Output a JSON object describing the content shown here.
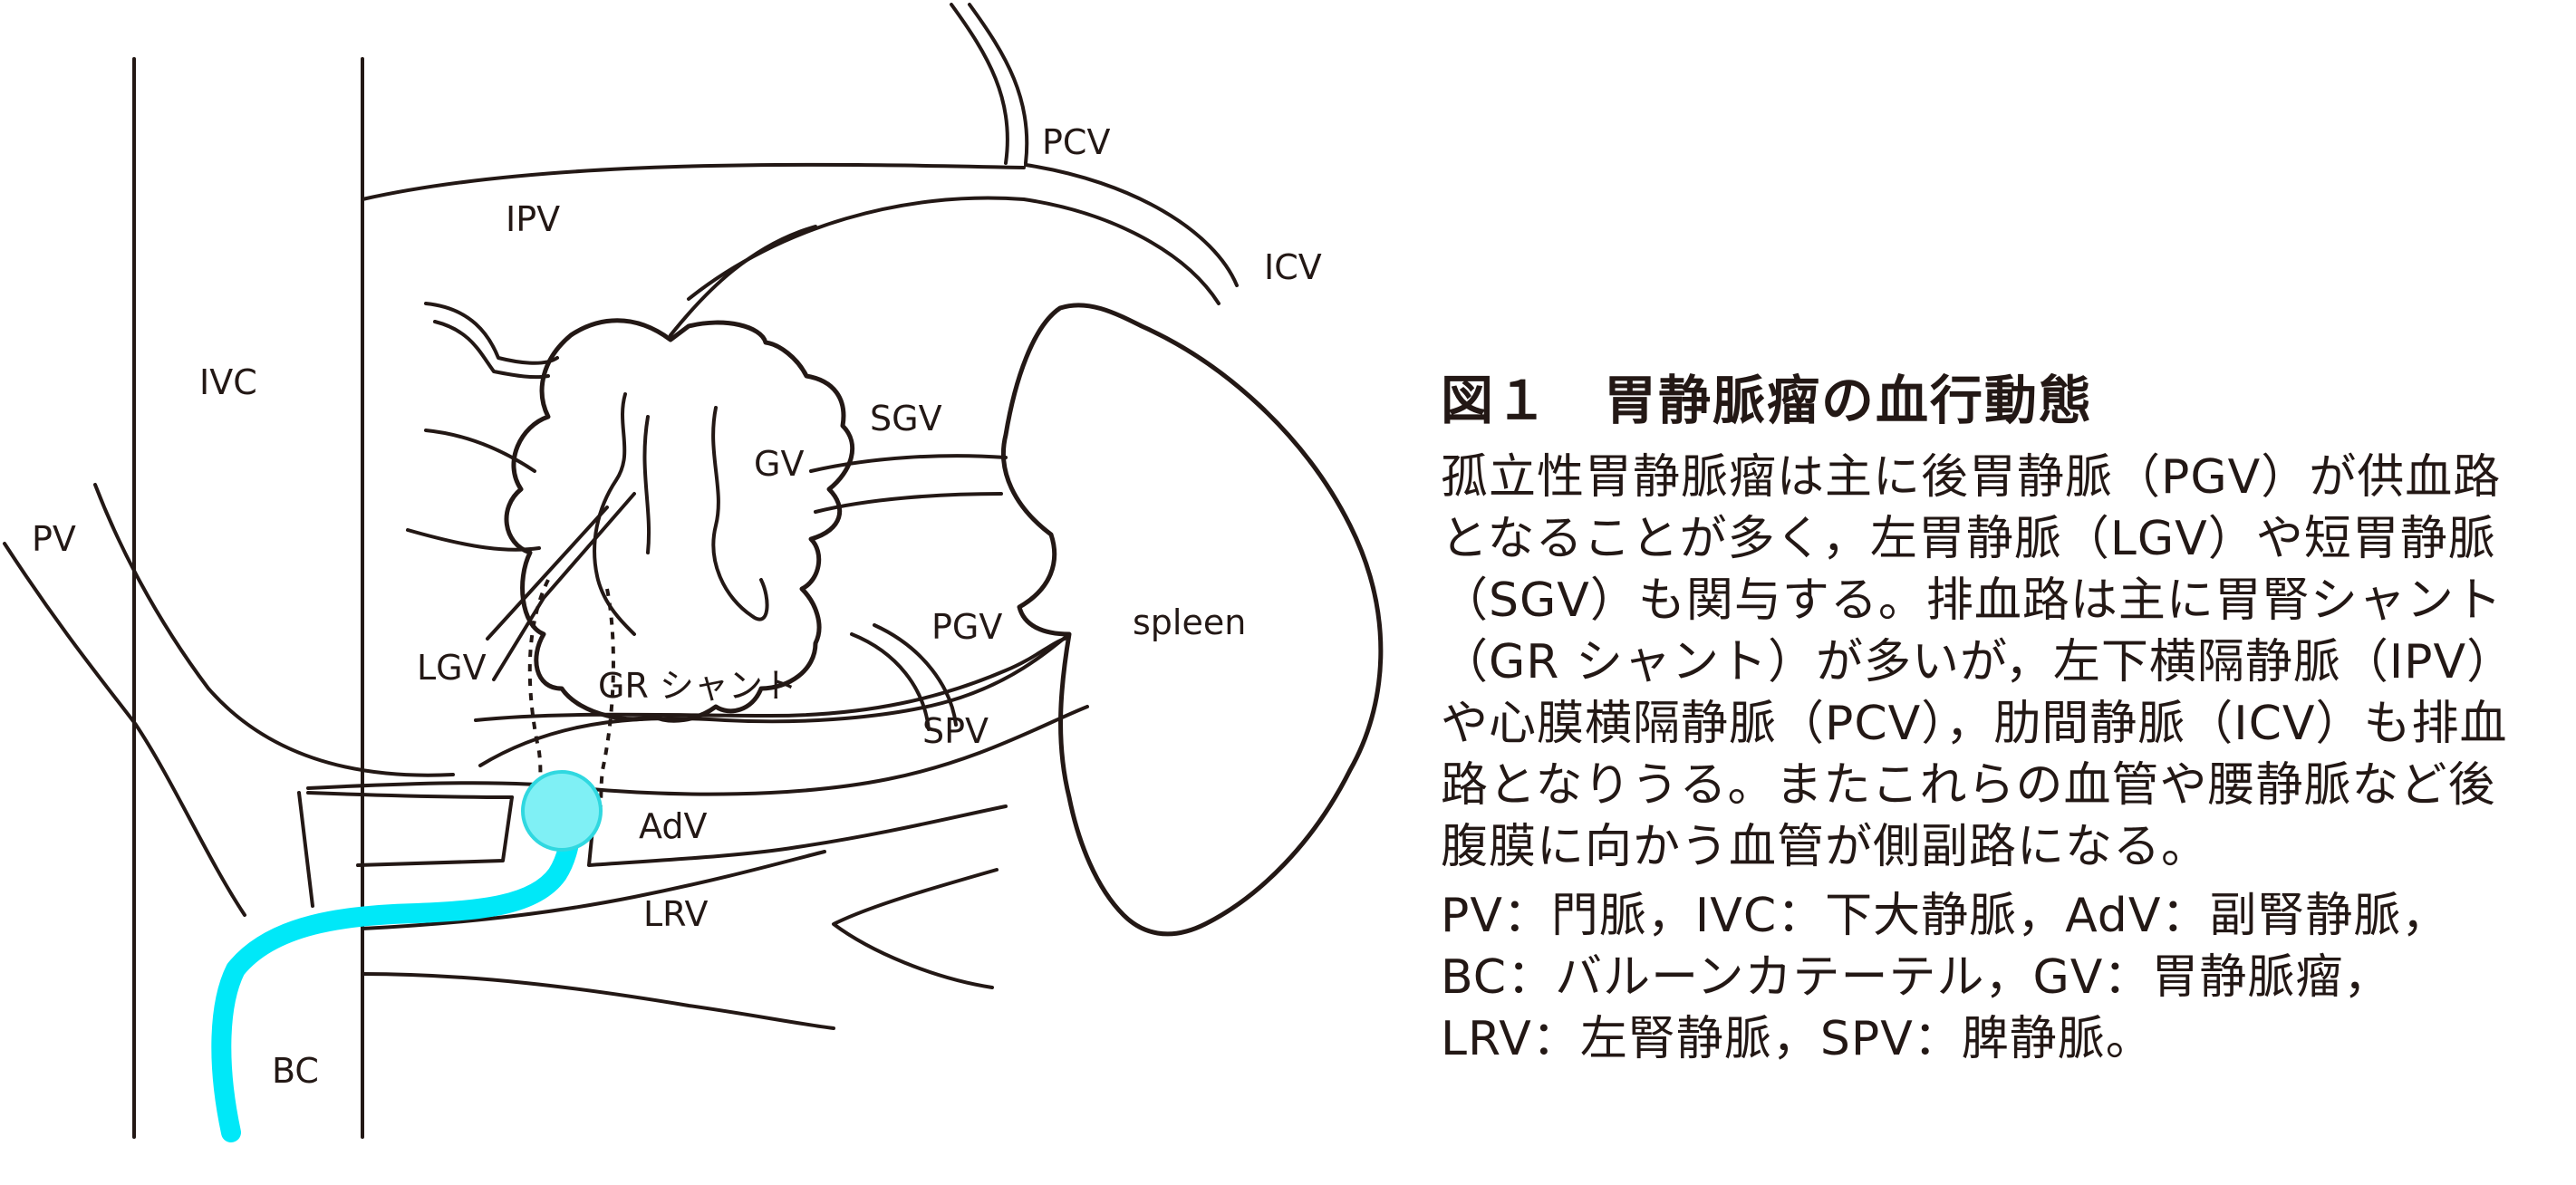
{
  "figure": {
    "labels": {
      "pcv": "PCV",
      "ipv": "IPV",
      "icv": "ICV",
      "ivc": "IVC",
      "sgv": "SGV",
      "gv": "GV",
      "pv": "PV",
      "pgv": "PGV",
      "spleen": "spleen",
      "lgv": "LGV",
      "gr_shunt": "GR シャント",
      "spv": "SPV",
      "adv": "AdV",
      "lrv": "LRV",
      "bc": "BC"
    },
    "colors": {
      "line": "#231815",
      "catheter": "#00e8f8",
      "balloon_fill": "#7ff0f5",
      "balloon_stroke": "#30d8e0"
    }
  },
  "caption": {
    "title": "図１　胃静脈瘤の血行動態",
    "body": "孤立性胃静脈瘤は主に後胃静脈（PGV）が供血路となることが多く，左胃静脈（LGV）や短胃静脈（SGV）も関与する。排血路は主に胃腎シャント（GR シャント）が多いが，左下横隔静脈（IPV）や心膜横隔静脈（PCV），肋間静脈（ICV）も排血路となりうる。またこれらの血管や腰静脈など後腹膜に向かう血管が側副路になる。",
    "abbreviations": "PV：門脈，IVC：下大静脈，AdV：副腎静脈，BC：バルーンカテーテル，GV：胃静脈瘤，LRV：左腎静脈，SPV：脾静脈。"
  }
}
